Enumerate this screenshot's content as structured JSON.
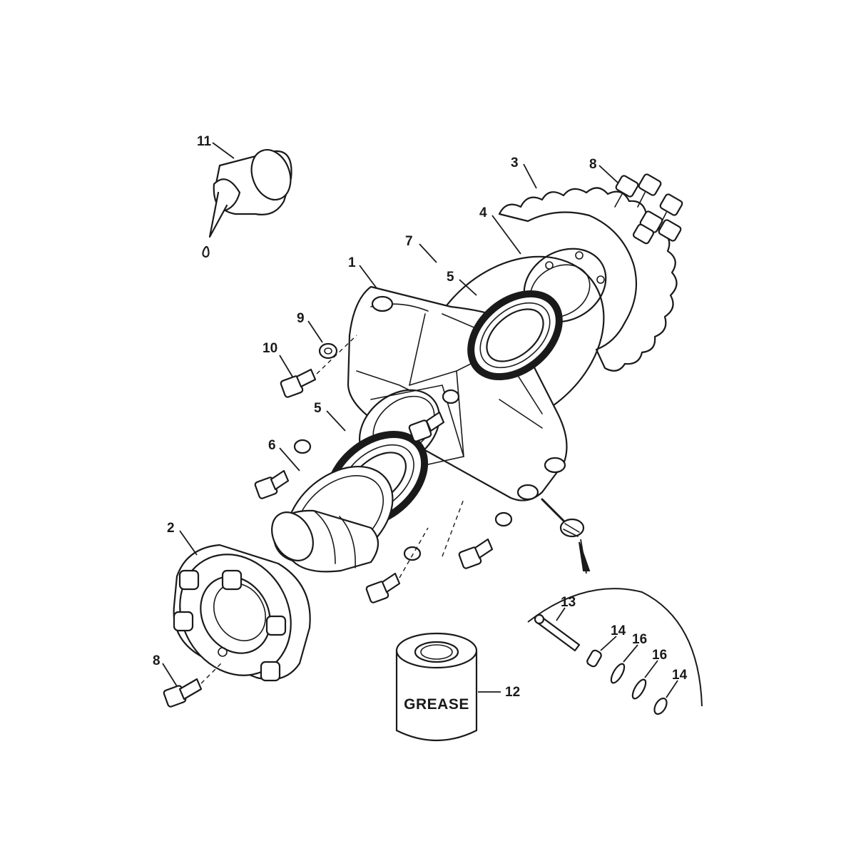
{
  "diagram": {
    "callouts": {
      "c1": "1",
      "c2": "2",
      "c3": "3",
      "c4": "4",
      "c5a": "5",
      "c5b": "5",
      "c6": "6",
      "c7": "7",
      "c8a": "8",
      "c8b": "8",
      "c9": "9",
      "c10": "10",
      "c11": "11",
      "c12": "12",
      "c13": "13",
      "c14a": "14",
      "c14b": "14",
      "c16a": "16",
      "c16b": "16"
    },
    "grease_label": "GREASE"
  }
}
